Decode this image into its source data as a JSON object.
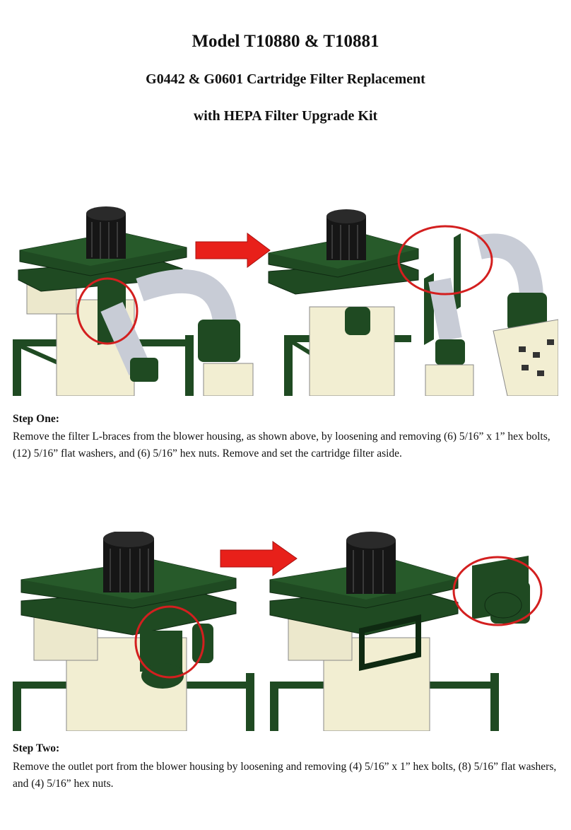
{
  "header": {
    "title": "Model T10880 & T10881",
    "subtitle": "G0442 & G0601 Cartridge Filter Replacement",
    "subtitle2": "with HEPA Filter Upgrade Kit"
  },
  "steps": [
    {
      "heading": "Step One:",
      "text": "Remove the filter L-braces from the blower housing, as shown above, by loosening and removing (6) 5/16” x 1” hex bolts, (12) 5/16” flat washers, and (6) 5/16” hex nuts. Remove and set the cartridge filter aside."
    },
    {
      "heading": "Step Two:",
      "text": "Remove the outlet port from the blower housing by loosening and removing (4) 5/16” x 1” hex bolts, (8) 5/16” flat washers, and (4) 5/16” hex nuts."
    }
  ],
  "colors": {
    "housing_green": "#1f4a22",
    "housing_dark": "#0f2a12",
    "motor_black": "#161616",
    "drum_cream": "#f2eed2",
    "duct_gray": "#c8ccd6",
    "arrow_red": "#e8201a",
    "callout_red": "#d31f1f"
  },
  "icons": [
    "arrow-right-icon",
    "callout-circle-icon"
  ]
}
